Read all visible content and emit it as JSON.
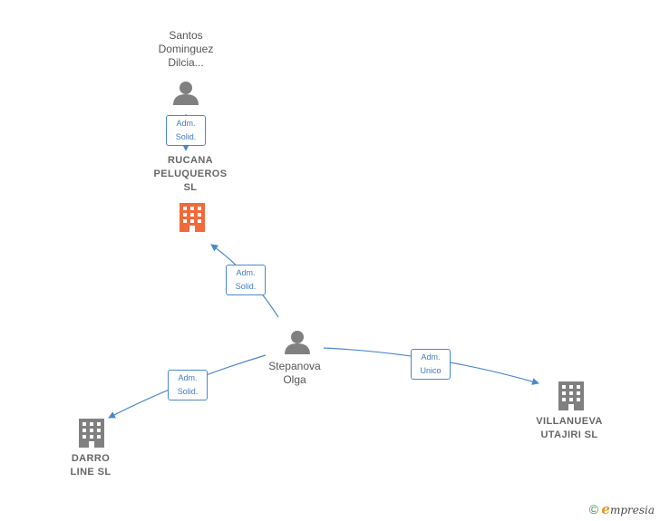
{
  "colors": {
    "edge": "#4a88cf",
    "person_icon": "#808080",
    "company_icon": "#808080",
    "company_highlight": "#f26a3b"
  },
  "nodes": {
    "santos": {
      "label_lines": [
        "Santos",
        "Dominguez",
        "Dilcia..."
      ],
      "icon": "person-icon"
    },
    "rucana": {
      "label_lines": [
        "RUCANA",
        "PELUQUEROS",
        "SL"
      ],
      "icon": "building-icon"
    },
    "stepanova": {
      "label_lines": [
        "Stepanova",
        "Olga"
      ],
      "icon": "person-icon"
    },
    "darro": {
      "label_lines": [
        "DARRO",
        "LINE SL"
      ],
      "icon": "building-icon"
    },
    "villanueva": {
      "label_lines": [
        "VILLANUEVA",
        "UTAJIRI SL"
      ],
      "icon": "building-icon"
    }
  },
  "relations": {
    "santos_rucana": [
      "Adm.",
      "Solid."
    ],
    "stepanova_rucana": [
      "Adm.",
      "Solid."
    ],
    "stepanova_darro": [
      "Adm.",
      "Solid."
    ],
    "stepanova_villanueva": [
      "Adm.",
      "Unico"
    ]
  },
  "footer": {
    "copyright_symbol": "©",
    "brand_first": "e",
    "brand_rest": "mpresia"
  }
}
